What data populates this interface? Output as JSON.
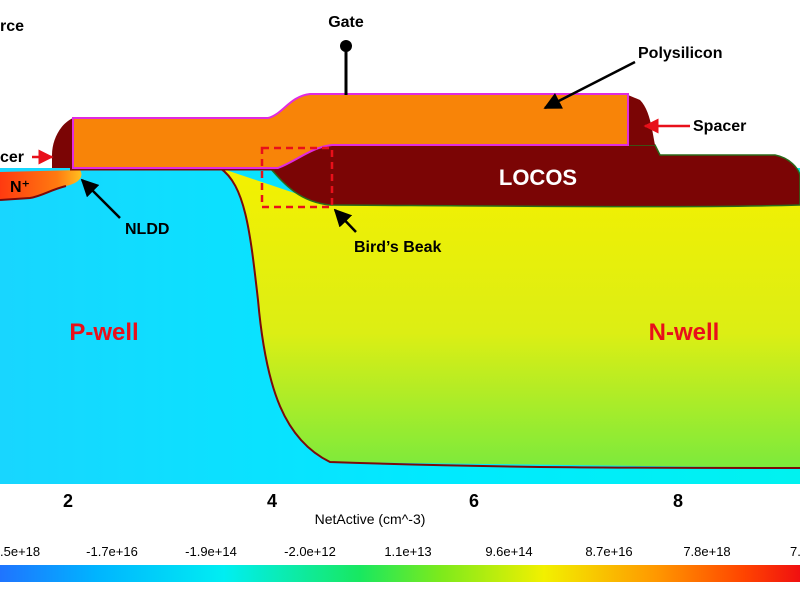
{
  "labels": {
    "source": "rce",
    "gate": "Gate",
    "polysilicon": "Polysilicon",
    "spacer_left": "cer",
    "spacer_right": "Spacer",
    "n_plus": "N⁺",
    "locos": "LOCOS",
    "nldd": "NLDD",
    "birds_beak": "Bird’s Beak",
    "p_well": "P-well",
    "n_well": "N-well"
  },
  "axis": {
    "xlabel": "NetActive (cm^-3)",
    "ticks": [
      "2",
      "4",
      "6",
      "8"
    ]
  },
  "colorbar": {
    "labels": [
      ".5e+18",
      "-1.7e+16",
      "-1.9e+14",
      "-2.0e+12",
      "1.1e+13",
      "9.6e+14",
      "8.7e+16",
      "7.8e+18",
      "7."
    ]
  },
  "colors": {
    "p_well": "#00e5ff",
    "n_well": "#f0ee10",
    "polysilicon": "#f88408",
    "oxide": "#7b0505",
    "annotation": "#e8101a"
  }
}
